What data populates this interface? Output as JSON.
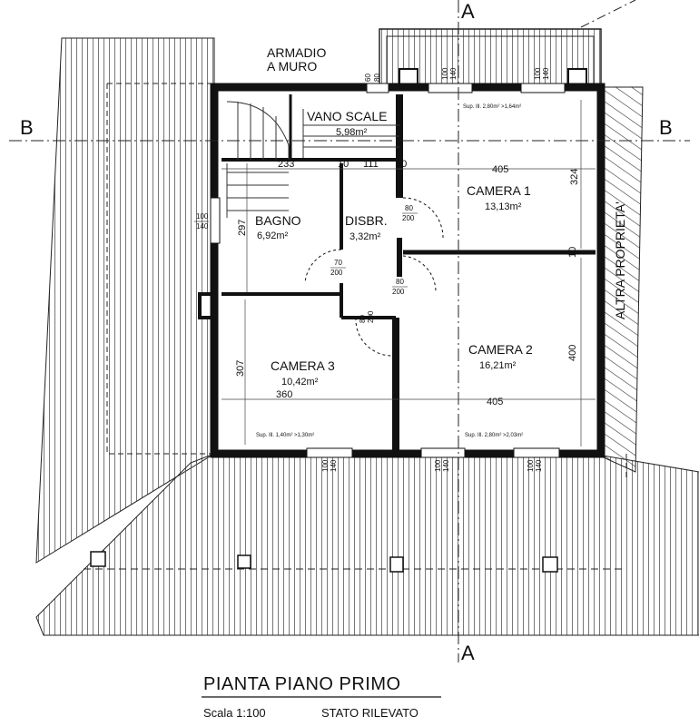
{
  "drawing": {
    "title": "PIANTA PIANO PRIMO",
    "scale": "Scala 1:100",
    "status": "STATO RILEVATO"
  },
  "section_marks": {
    "a": "A",
    "b": "B"
  },
  "labels": {
    "wardrobe_line1": "ARMADIO",
    "wardrobe_line2": "A MURO",
    "adjacent_property": "ALTRA PROPRIETA'"
  },
  "rooms": {
    "vano_scale": {
      "name": "VANO SCALE",
      "area": "5,98m²"
    },
    "camera1": {
      "name": "CAMERA 1",
      "area": "13,13m²"
    },
    "bagno": {
      "name": "BAGNO",
      "area": "6,92m²"
    },
    "disbr": {
      "name": "DISBR.",
      "area": "3,32m²"
    },
    "camera3": {
      "name": "CAMERA 3",
      "area": "10,42m²"
    },
    "camera2": {
      "name": "CAMERA 2",
      "area": "16,21m²"
    }
  },
  "dimensions": {
    "d233": "233",
    "d10a": "10",
    "d111": "111",
    "d20": "20",
    "d405_top": "405",
    "d324": "324",
    "d297": "297",
    "d307": "307",
    "d360": "360",
    "d405_bottom": "405",
    "d400": "400",
    "d10b": "10"
  },
  "openings": {
    "door_disbr_num": "80",
    "door_disbr_den": "200",
    "door_bagno_num": "70",
    "door_bagno_den": "200",
    "door_cam2_num": "80",
    "door_cam2_den": "200",
    "door_cam3_num": "80",
    "door_cam3_den": "200",
    "win_top_left_num": "60",
    "win_top_left_den": "80",
    "win_top_mid_num": "100",
    "win_top_mid_den": "140",
    "win_top_right_num": "100",
    "win_top_right_den": "140",
    "win_left_num": "100",
    "win_left_den": "140",
    "win_bot1_num": "100",
    "win_bot1_den": "140",
    "win_bot2_num": "100",
    "win_bot2_den": "140",
    "win_bot3_num": "100",
    "win_bot3_den": "140"
  },
  "surfaces": {
    "top": "Sup. Ill. 2,80m² >1,64m²",
    "bottom_left": "Sup. Ill. 1,40m² >1,30m²",
    "bottom_right": "Sup. Ill. 2,80m² >2,03m²"
  }
}
